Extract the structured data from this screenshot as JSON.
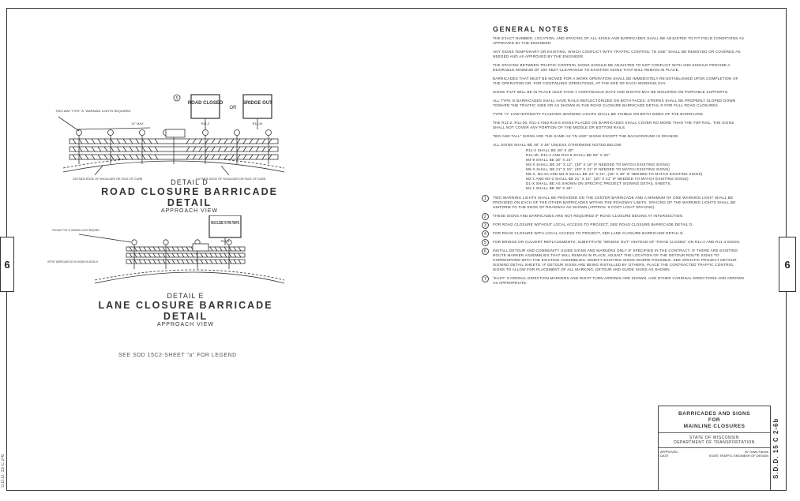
{
  "sheet_number": "6",
  "left_tab_number": "6",
  "left_margin_code": "S.D.D. 15 C 2-6",
  "detail_d": {
    "label": "DETAIL D",
    "title": "ROAD CLOSURE BARRICADE DETAIL",
    "subtitle": "APPROACH VIEW",
    "callouts": {
      "lights": "TWO-WAY TYPE \"A\" WARNING LIGHTS REQUIRED",
      "max": "12\" MAX.",
      "edge_left": "OUTSIDE EDGE OF SHOULDER OR FACE OF CURB",
      "edge_right": "OUTSIDE EDGE OF SHOULDER OR FACE OF CURB"
    },
    "signs": {
      "road_closed": "ROAD CLOSED",
      "or": "OR",
      "bridge_out": "BRIDGE OUT",
      "r11_2": "R11-2",
      "r11_2b": "R11-2b"
    }
  },
  "detail_e": {
    "label": "DETAIL E",
    "title": "LANE CLOSURE BARRICADE DETAIL",
    "subtitle": "APPROACH VIEW",
    "callouts": {
      "lights": "TWO-WAY TYPE \"A\" WARNING LIGHTS REQUIRED",
      "offset": "OFFSET BARRICADES 50' AS SHOWN ON DETAIL B"
    },
    "signs": {
      "sign": "ROAD CLOSED TO THRU TRAFFIC",
      "code": "R11-4"
    }
  },
  "legend_ref": "SEE SDD 15C2-SHEET \"a\" FOR LEGEND",
  "notes": {
    "heading": "GENERAL NOTES",
    "paragraphs": [
      "THE EXACT NUMBER, LOCATION, AND SPACING OF ALL SIGNS AND BARRICADES SHALL BE ADJUSTED TO FIT FIELD CONDITIONS AS APPROVED BY THE ENGINEER.",
      "ANY SIGNS TEMPORARY OR EXISTING, WHICH CONFLICT WITH TRAFFIC CONTROL \"IN USE\" SHALL BE REMOVED OR COVERED AS NEEDED AND AS APPROVED BY THE ENGINEER.",
      "THE SPACING BETWEEN TRAFFIC CONTROL SIGNS SHOULD BE ADJUSTED TO NOT CONFLICT WITH AND SHOULD PROVIDE A DESIRABLE MINIMUM OF 200 FEET CLEARANCE TO EXISTING SIGNS THAT WILL REMAIN IN PLACE.",
      "BARRICADES THAT MUST BE MOVED FOR A WORK OPERATION SHALL BE IMMEDIATELY RE-ESTABLISHED UPON COMPLETION OF THE OPERATION OR, FOR CONTINUING OPERATIONS, AT THE END OF EACH WORKING DAY.",
      "SIGNS THAT WILL BE IN PLACE LESS THAN 7 CONTINUOUS DAYS AND NIGHTS MAY BE MOUNTED ON PORTABLE SUPPORTS.",
      "ALL TYPE III BARRICADES SHALL HAVE RAILS REFLECTORIZED ON BOTH FACES. STRIPES SHALL BE PROPERLY SLOPED DOWN TOWARD THE TRAFFIC SIDE OR AS SHOWN IN THE ROAD CLOSURE BARRICADE DETAIL D FOR FULL ROAD CLOSURES.",
      "TYPE \"A\" LOW-INTENSITY FLASHING WARNING LIGHTS SHALL BE VISIBLE ON BOTH SIDES OF THE BARRICADE.",
      "THE R11-2, R11-2b, R11-4 AND R10-6 SIGNS PLACED ON BARRICADES SHALL COVER NO MORE THAN THE TOP RAIL. THE SIGNS SHALL NOT COVER ANY PORTION OF THE MIDDLE OR BOTTOM RAILS.",
      "\"BIG AND TALL\" SIGNS ARE THE SAME AS \"IN USE\" SIGNS EXCEPT THE BACKGROUND IS ORANGE.",
      "ALL SIGNS SHALL BE 48\" X 48\" UNLESS OTHERWISE NOTED BELOW:"
    ],
    "sizes": [
      "R11-2 SHALL BE 48\" X 30\".",
      "R11-2b, R11-4 AND R10-6 SHALL BE 60\" X 30\".",
      "M4-9 SHALL BE 30\" X 24\".",
      "M3-X SHALL BE 24\" X 12\", (36\" X 18\" IF NEEDED TO MATCH EXISTING SIGNS)",
      "M6-X SHALL BE 21\" X 15\", (30\" X 21\" IF NEEDED TO MATCH EXISTING SIGNS)",
      "M5-X, M1-5A AND M1-6 SHALL BE 24\" X 24\", (36\" X 36\" IF NEEDED TO MATCH EXISTING SIGNS)",
      "M2-1 AND M2-2 SHALL BE 21\" X 15\", (30\" X 21\" IF NEEDED TO MATCH EXISTING SIGNS)",
      "D1-X SHALL BE AS SHOWN ON SPECIFIC PROJECT SIGNING DETAIL SHEETS.",
      "M1-1 SHALL BE 36\" X 36\"."
    ],
    "numbered": [
      {
        "num": "1",
        "text": "TWO WARNING LIGHTS SHALL BE PROVIDED ON THE CENTER BARRICADE AND A MINIMUM OF ONE WARNING LIGHT SHALL BE PROVIDED ON EACH OF THE OTHER BARRICADES WITHIN THE ROADWAY LIMITS. SPACING OF THE WARNING LIGHTS SHALL BE UNIFORM TO THE EDGE OF ROADWAY AS SHOWN (APPROX. 8 FOOT LIGHT SPACING)."
      },
      {
        "num": "2",
        "text": "THESE SIGNS AND BARRICADES ARE NOT REQUIRED IF ROAD CLOSURE BEGINS AT INTERSECTION."
      },
      {
        "num": "3",
        "text": "FOR ROAD CLOSURE WITHOUT LOCAL ACCESS TO PROJECT, SEE ROAD CLOSURE BARRICADE DETAIL D."
      },
      {
        "num": "4",
        "text": "FOR ROAD CLOSURE WITH LOCAL ACCESS TO PROJECT, SEE LANE CLOSURE BARRICADE DETAIL E."
      },
      {
        "num": "5",
        "text": "FOR BRIDGE OR CULVERT REPLACEMENTS, SUBSTITUTE \"BRIDGE OUT\" INSTEAD OF \"ROAD CLOSED\" ON R11-2 AND R11-4 SIGNS."
      },
      {
        "num": "6",
        "text": "INSTALL DETOUR AND COMMUNITY GUIDE SIGNS AND MARKERS ONLY IF SPECIFIED IN THE CONTRACT. IF THERE ARE EXISTING ROUTE MARKER ASSEMBLIES THAT WILL REMAIN IN PLACE, ADJUST THE LOCATION OF THE DETOUR ROUTE SIGNS TO CORRESPOND WITH THE EXISTING ASSEMBLIES. MODIFY EXISTING SIGNS WHERE POSSIBLE. SEE SPECIFIC PROJECT DETOUR SIGNING DETAIL SHEETS. IF DETOUR SIGNS ARE BEING INSTALLED BY OTHERS, PLACE THE CONTRACTED TRAFFIC CONTROL SIGNS TO ALLOW FOR PLACEMENT OF ALL MARKING, DETOUR AND GUIDE SIGNS AS SHOWN."
      },
      {
        "num": "7",
        "text": "\"EAST\" CARDINAL DIRECTION MARKERS AND RIGHT TURN ARROWS ARE SHOWN. USE OTHER CARDINAL DIRECTIONS AND ARROWS AS APPROPRIATE."
      }
    ]
  },
  "title_block": {
    "title_line1": "BARRICADES AND SIGNS",
    "title_line2": "FOR",
    "title_line3": "MAINLINE CLOSURES",
    "agency_line1": "STATE OF WISCONSIN",
    "agency_line2": "DEPARTMENT OF TRANSPORTATION",
    "approved": "APPROVED",
    "date": "DATE",
    "signature": "/S/ Travis Farrow",
    "engineer": "STATE TRAFFIC ENGINEER OF DESIGN",
    "code": "S.D.D. 15 C 2-6b"
  }
}
